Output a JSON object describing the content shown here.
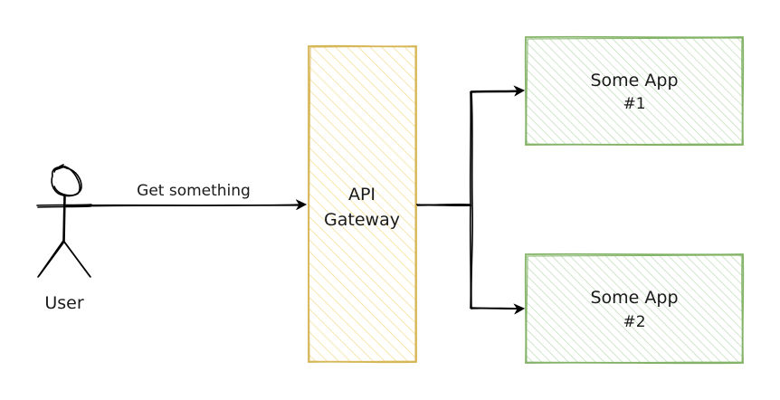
{
  "actor": {
    "name": "User"
  },
  "connection": {
    "label": "Get something"
  },
  "gateway": {
    "line1": "API",
    "line2": "Gateway",
    "fill": "#fff2cc",
    "stroke": "#d6b656"
  },
  "apps": [
    {
      "line1": "Some App",
      "line2": "#1"
    },
    {
      "line1": "Some App",
      "line2": "#2"
    }
  ],
  "colors": {
    "app_fill": "#d5e8d4",
    "app_stroke": "#82b366",
    "ink": "#000000"
  }
}
